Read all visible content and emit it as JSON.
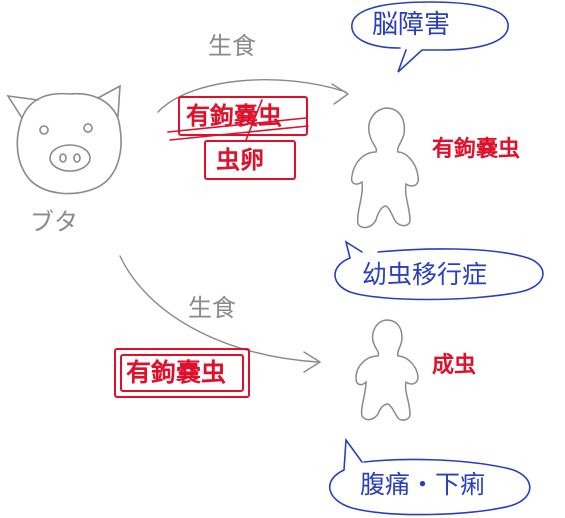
{
  "pig_label": "ブタ",
  "upper_route": {
    "arrow_label": "生食",
    "cyst_box": "有鉤嚢虫",
    "egg_box": "虫卵"
  },
  "lower_route": {
    "arrow_label": "生食",
    "cyst_box": "有鉤嚢虫"
  },
  "upper_human": {
    "stage_label": "有鉤嚢虫",
    "symptom_bubble": "脳障害",
    "disease_bubble": "幼虫移行症"
  },
  "lower_human": {
    "stage_label": "成虫",
    "symptom_bubble": "腹痛・下痢"
  },
  "colors": {
    "pencil": "#8a8a8a",
    "red": "#e0102a",
    "blue": "#2a3fbf"
  }
}
